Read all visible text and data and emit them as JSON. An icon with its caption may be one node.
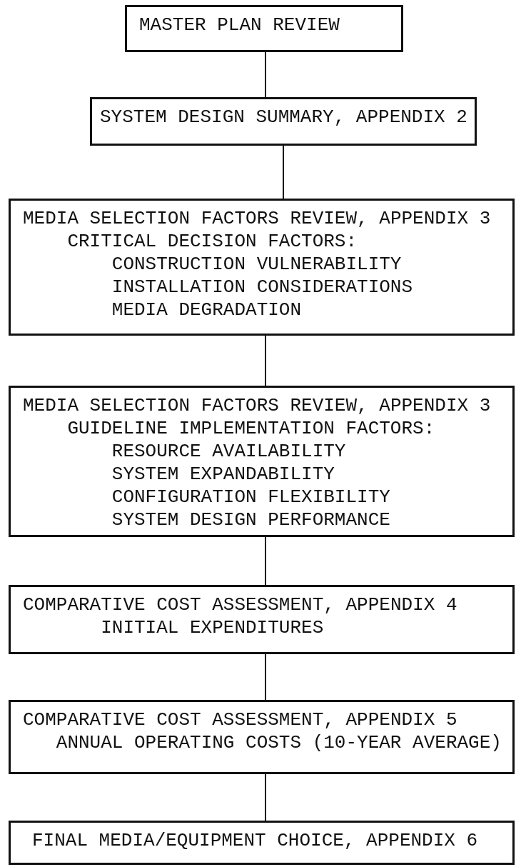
{
  "diagram": {
    "nodes": [
      {
        "text": [
          "MASTER PLAN REVIEW"
        ]
      },
      {
        "text": [
          "SYSTEM DESIGN SUMMARY, APPENDIX 2"
        ]
      },
      {
        "text": [
          "MEDIA SELECTION FACTORS REVIEW, APPENDIX 3",
          "CRITICAL DECISION FACTORS:",
          "CONSTRUCTION VULNERABILITY",
          "INSTALLATION CONSIDERATIONS",
          "MEDIA DEGRADATION"
        ]
      },
      {
        "text": [
          "MEDIA SELECTION FACTORS REVIEW, APPENDIX 3",
          "GUIDELINE IMPLEMENTATION FACTORS:",
          "RESOURCE AVAILABILITY",
          "SYSTEM EXPANDABILITY",
          "CONFIGURATION FLEXIBILITY",
          "SYSTEM DESIGN PERFORMANCE"
        ]
      },
      {
        "text": [
          "COMPARATIVE COST ASSESSMENT, APPENDIX 4",
          "INITIAL EXPENDITURES"
        ]
      },
      {
        "text": [
          "COMPARATIVE COST ASSESSMENT, APPENDIX 5",
          "ANNUAL OPERATING COSTS (10-YEAR AVERAGE)"
        ]
      },
      {
        "text": [
          "FINAL MEDIA/EQUIPMENT CHOICE, APPENDIX 6"
        ]
      }
    ],
    "edges": [
      {
        "from": 0,
        "to": 1,
        "arrow": "none"
      },
      {
        "from": 1,
        "to": 2,
        "arrow": "none"
      },
      {
        "from": 2,
        "to": 3,
        "arrow": "none"
      },
      {
        "from": 3,
        "to": 4,
        "arrow": "none"
      },
      {
        "from": 4,
        "to": 5,
        "arrow": "none"
      },
      {
        "from": 5,
        "to": 6,
        "arrow": "none"
      }
    ]
  }
}
